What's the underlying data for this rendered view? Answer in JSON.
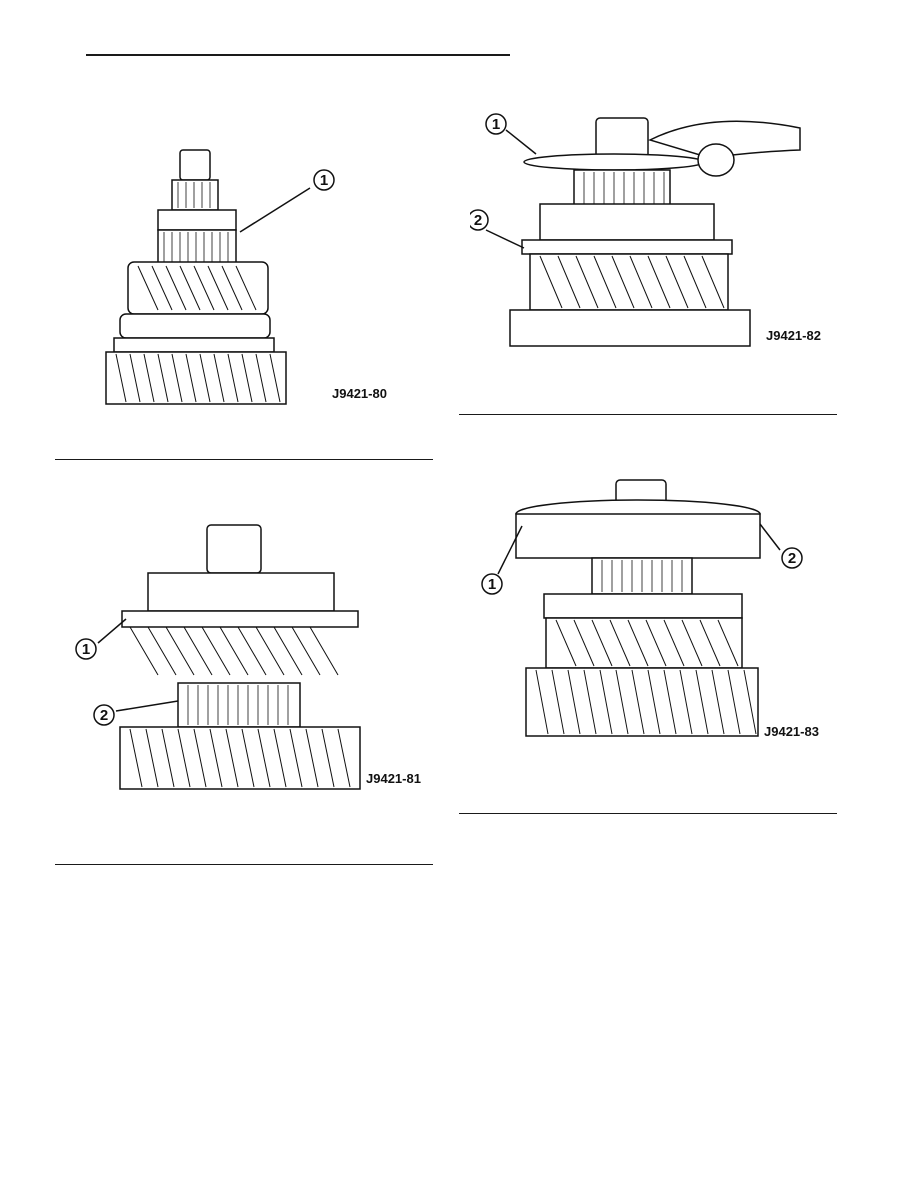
{
  "page": {
    "figures": [
      {
        "id": "J9421-80",
        "callouts": [
          "1"
        ]
      },
      {
        "id": "J9421-81",
        "callouts": [
          "1",
          "2"
        ]
      },
      {
        "id": "J9421-82",
        "callouts": [
          "1",
          "2"
        ]
      },
      {
        "id": "J9421-83",
        "callouts": [
          "1",
          "2"
        ]
      }
    ]
  }
}
